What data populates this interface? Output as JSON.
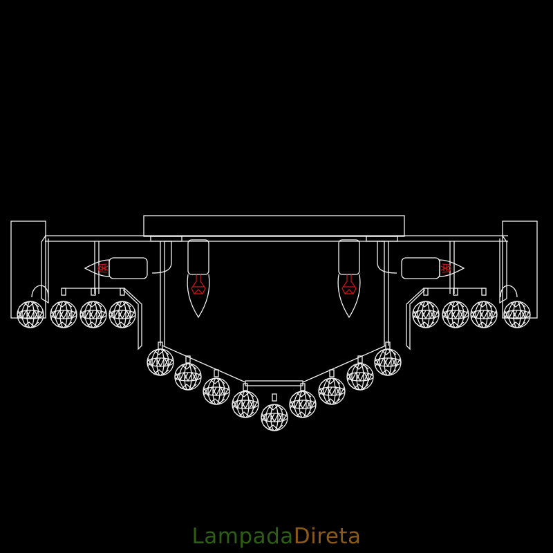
{
  "drawing": {
    "title": "Crystal ceiling chandelier — CAD elevation",
    "line_color": "#f2f2f2",
    "bulb_filament_color": "#d01818",
    "background": "#000000",
    "components": {
      "ceiling_plate": 1,
      "side_wall_brackets": 2,
      "candle_bulbs_vertical": 2,
      "candle_bulbs_horizontal": 2,
      "crystal_balls_left_arm": 4,
      "crystal_balls_right_arm": 4,
      "crystal_balls_center_garland": 9
    }
  },
  "watermark": {
    "part1": "Lampada",
    "part2": "Direta",
    "color1": "#2e5e16",
    "color2": "#8a5a1c"
  }
}
